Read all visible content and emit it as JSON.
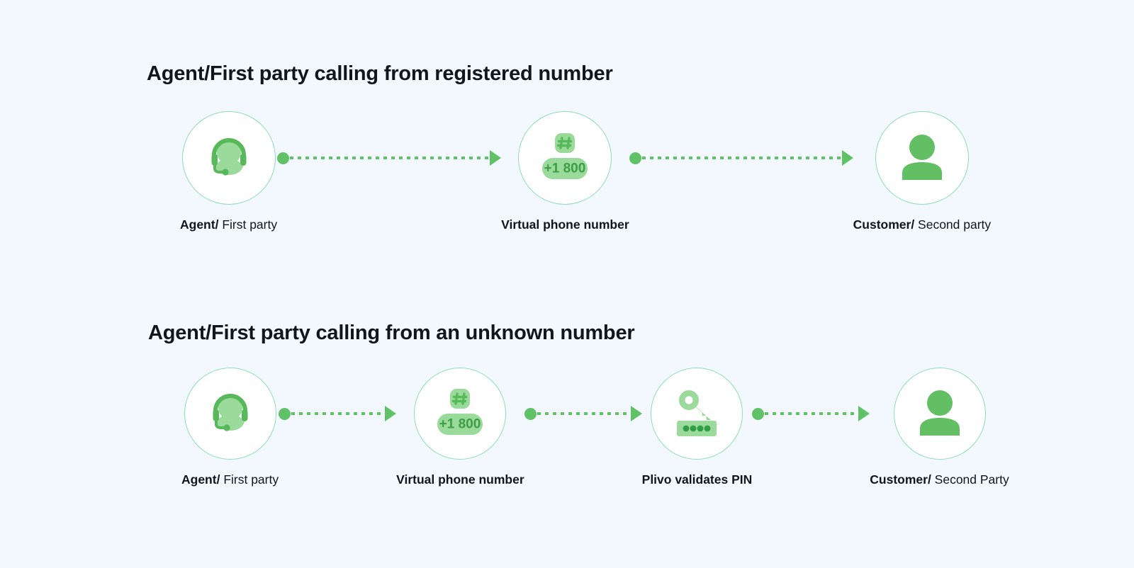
{
  "page": {
    "background_color": "#f2f8fd",
    "accent_green": "#61c167",
    "light_green": "#9ada9a",
    "circle_border": "#8fddb8",
    "text_color": "#11161c"
  },
  "sections": [
    {
      "title": "Agent/First party calling from registered number",
      "nodes": [
        {
          "icon": "headset-agent-icon",
          "label_bold": "Agent/",
          "label_normal": " First party"
        },
        {
          "icon": "virtual-phone-number-icon",
          "badge_text": "+1 800",
          "label_bold": "Virtual phone number",
          "label_normal": ""
        },
        {
          "icon": "customer-person-icon",
          "label_bold": "Customer/",
          "label_normal": " Second party"
        }
      ],
      "connectors": [
        {
          "from": "agent",
          "to": "virtual-number"
        },
        {
          "from": "virtual-number",
          "to": "customer"
        }
      ]
    },
    {
      "title": "Agent/First party calling from an unknown number",
      "nodes": [
        {
          "icon": "headset-agent-icon",
          "label_bold": "Agent/",
          "label_normal": " First party"
        },
        {
          "icon": "virtual-phone-number-icon",
          "badge_text": "+1 800",
          "label_bold": "Virtual phone number",
          "label_normal": ""
        },
        {
          "icon": "key-pin-icon",
          "pin_dots": 4,
          "label_bold": "Plivo validates PIN",
          "label_normal": ""
        },
        {
          "icon": "customer-person-icon",
          "label_bold": "Customer/",
          "label_normal": " Second Party"
        }
      ],
      "connectors": [
        {
          "from": "agent",
          "to": "virtual-number"
        },
        {
          "from": "virtual-number",
          "to": "pin-validation"
        },
        {
          "from": "pin-validation",
          "to": "customer"
        }
      ]
    }
  ]
}
